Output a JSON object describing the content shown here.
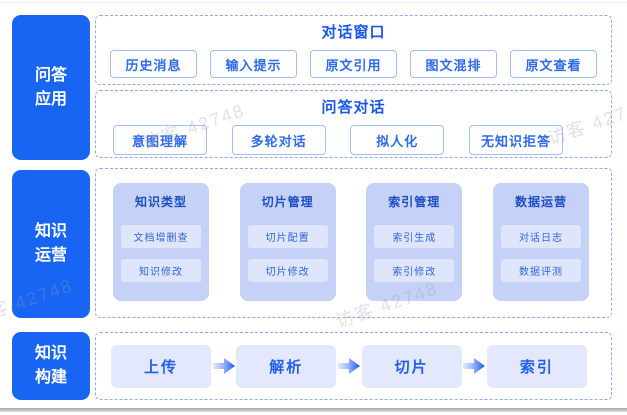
{
  "watermark_text": "访客 42748",
  "palette": {
    "primary_blue": "#1765f2",
    "dashed_border": "#8fa9f2",
    "pill_border": "#a6bdef",
    "pill_text": "#2e6be8",
    "group_title_text": "#1a57e8",
    "card_bg": "#c5d1f6",
    "card_title_text": "#1d4ec2",
    "card_item_bg": "#dfe6fb",
    "flow_step_bg": "#e4e8fc",
    "flow_step_text": "#2360e8"
  },
  "qa_app": {
    "label": "问答应用",
    "groups": [
      {
        "title": "对话窗口",
        "buttons": [
          "历史消息",
          "输入提示",
          "原文引用",
          "图文混排",
          "原文查看"
        ]
      },
      {
        "title": "问答对话",
        "buttons": [
          "意图理解",
          "多轮对话",
          "拟人化",
          "无知识拒答"
        ]
      }
    ]
  },
  "knowledge_ops": {
    "label": "知识运营",
    "cards": [
      {
        "title": "知识类型",
        "items": [
          "文档增删查",
          "知识修改"
        ]
      },
      {
        "title": "切片管理",
        "items": [
          "切片配置",
          "切片修改"
        ]
      },
      {
        "title": "索引管理",
        "items": [
          "索引生成",
          "索引修改"
        ]
      },
      {
        "title": "数据运营",
        "items": [
          "对话日志",
          "数据评测"
        ]
      }
    ]
  },
  "knowledge_build": {
    "label": "知识构建",
    "steps": [
      "上传",
      "解析",
      "切片",
      "索引"
    ]
  }
}
